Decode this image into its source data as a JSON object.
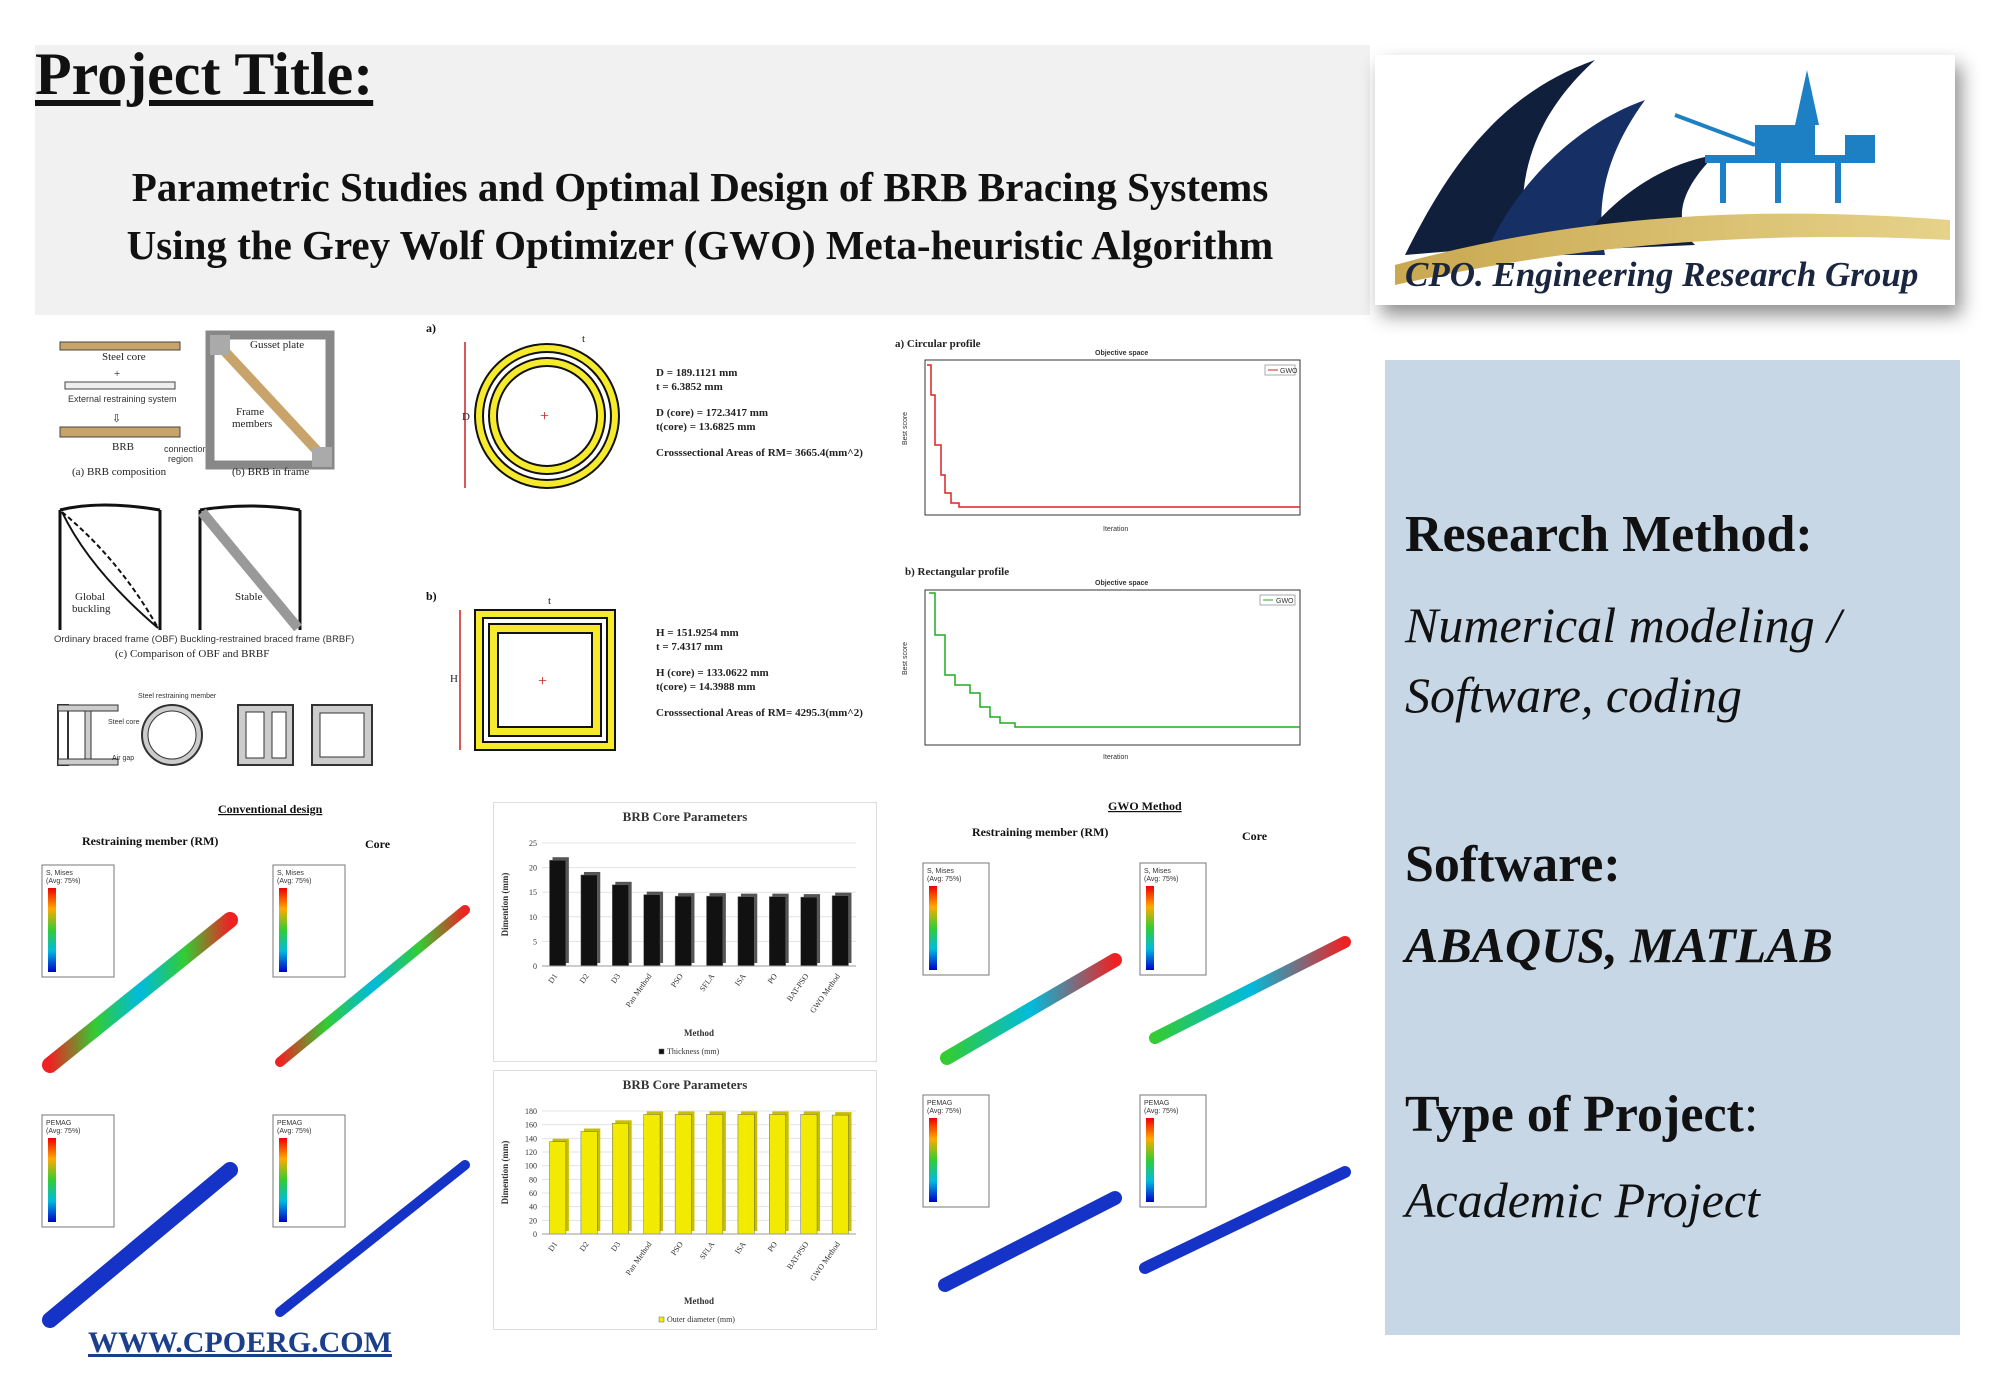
{
  "header": {
    "label": "Project Title:",
    "title_line1": "Parametric Studies and Optimal Design of BRB Bracing Systems",
    "title_line2": "Using the Grey Wolf Optimizer (GWO) Meta-heuristic Algorithm"
  },
  "logo": {
    "text": "CPO. Engineering Research Group"
  },
  "side": {
    "method_head": "Research Method:",
    "method_val1": "Numerical modeling /",
    "method_val2": "Software, coding",
    "software_head": "Software:",
    "software_val": "ABAQUS, MATLAB",
    "type_head": "Type of Project",
    "type_colon": ":",
    "type_val": "Academic Project"
  },
  "footer": {
    "url": "WWW.CPOERG.COM"
  },
  "brb_fig": {
    "steel_core": "Steel core",
    "plus": "+",
    "ext": "External restraining system",
    "brb": "BRB",
    "conn": "connection",
    "region": "region",
    "cap_a": "(a) BRB composition",
    "gusset": "Gusset plate",
    "frame": "Frame",
    "members": "members",
    "cap_b": "(b) BRB in frame",
    "global": "Global",
    "buckling": "buckling",
    "stable": "Stable",
    "obf": "Ordinary braced frame (OBF)",
    "brbf": "Buckling-restrained braced frame (BRBF)",
    "cap_c": "(c) Comparison of OBF and BRBF",
    "steel_rm": "Steel restraining member",
    "steel_core2": "Steel core",
    "air_gap": "Air gap"
  },
  "sections": {
    "a_label": "a)",
    "b_label": "b)",
    "t_label": "t",
    "D_label": "D",
    "H_label": "H",
    "circ_lines": [
      "D = 189.1121 mm",
      "t = 6.3852 mm",
      "D (core) = 172.3417 mm",
      "t(core) = 13.6825 mm",
      "Crosssectional Areas of RM= 3665.4(mm^2)"
    ],
    "rect_lines": [
      "H = 151.9254 mm",
      "t = 7.4317 mm",
      "H (core) = 133.0622 mm",
      "t(core) = 14.3988 mm",
      "Crosssectional Areas of RM= 4295.3(mm^2)"
    ]
  },
  "convergence": {
    "a_title": "a) Circular profile",
    "b_title": "b) Rectangular profile",
    "plot_title": "Objective space",
    "legend": "GWO",
    "xlabel": "Iteration",
    "ylabel": "Best score"
  },
  "fea": {
    "conv_title": "Conventional design",
    "gwo_title": "GWO Method",
    "rm": "Restraining member (RM)",
    "core": "Core",
    "mises": "S, Mises",
    "peeq": "PEMAG",
    "avg": "(Avg: 75%)"
  },
  "chart_data": [
    {
      "type": "bar",
      "title": "BRB Core Parameters",
      "categories": [
        "D1",
        "D2",
        "D3",
        "Pan Method",
        "PSO",
        "SFLA",
        "ISA",
        "PO",
        "BAT-PSO",
        "GWO Method"
      ],
      "series": [
        {
          "name": "Thickness (mm)",
          "values": [
            21.5,
            18.5,
            16.5,
            14.5,
            14.2,
            14.2,
            14.1,
            14.1,
            14.0,
            14.3
          ]
        }
      ],
      "xlabel": "Method",
      "ylabel": "Dimention (mm)",
      "ylim": [
        0,
        25
      ],
      "yticks": [
        0,
        5,
        10,
        15,
        20,
        25
      ],
      "color": "#111111"
    },
    {
      "type": "bar",
      "title": "BRB Core Parameters",
      "categories": [
        "D1",
        "D2",
        "D3",
        "Pan Method",
        "PSO",
        "SFLA",
        "ISA",
        "PO",
        "BAT-PSO",
        "GWO Method"
      ],
      "series": [
        {
          "name": "Outer diameter (mm)",
          "values": [
            135,
            150,
            162,
            175,
            175,
            175,
            175,
            175,
            175,
            174
          ]
        }
      ],
      "xlabel": "Method",
      "ylabel": "Dimention (mm)",
      "ylim": [
        0,
        180
      ],
      "yticks": [
        0,
        20,
        40,
        60,
        80,
        100,
        120,
        140,
        160,
        180
      ],
      "color": "#f2ea00"
    }
  ]
}
